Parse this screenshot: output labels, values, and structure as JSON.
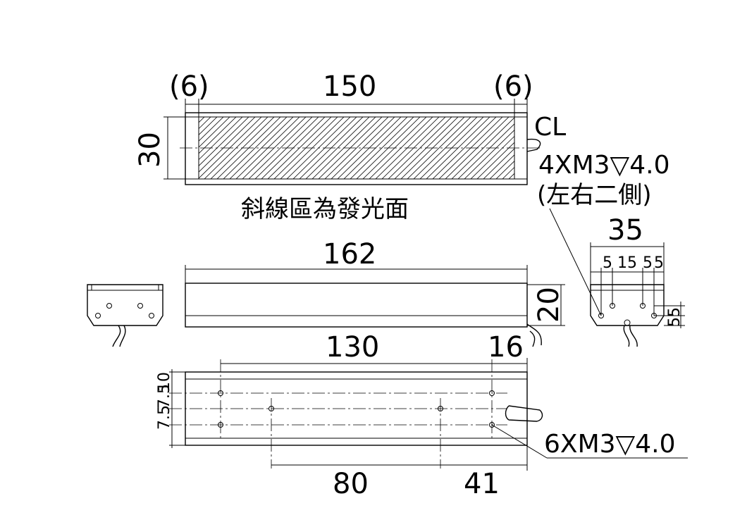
{
  "top_view": {
    "dim_left_margin": "(6)",
    "dim_length": "150",
    "dim_right_margin": "(6)",
    "dim_height": "30",
    "cl_label": "CL",
    "emitting_note": "斜線區為發光面"
  },
  "side_view": {
    "dim_total_length": "162",
    "dim_height": "20"
  },
  "end_view": {
    "hole_callout": "4XM3▽4.0",
    "hole_callout_note": "(左右二側)",
    "dim_width": "35",
    "dim_5a": "5",
    "dim_15": "15",
    "dim_5b": "5",
    "dim_5c": "5",
    "dim_v1": "5",
    "dim_v2": "5"
  },
  "bottom_view": {
    "dim_130": "130",
    "dim_16": "16",
    "dim_v_75a": "7.5",
    "dim_v_75b": "7.5",
    "dim_v_10": "10",
    "hole_callout": "6XM3▽4.0",
    "dim_80": "80",
    "dim_41": "41"
  }
}
